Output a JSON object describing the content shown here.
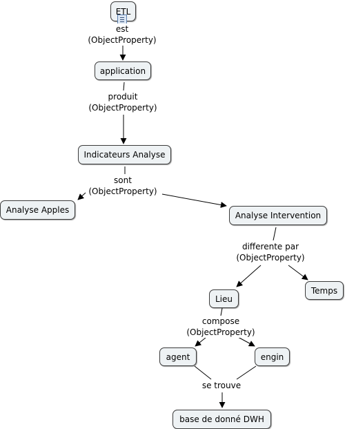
{
  "nodes": {
    "etl": "ETL",
    "application": "application",
    "indicateurs": "Indicateurs Analyse",
    "apples": "Analyse Apples",
    "intervention": "Analyse Intervention",
    "lieu": "Lieu",
    "temps": "Temps",
    "agent": "agent",
    "engin": "engin",
    "dwh": "base de donné DWH"
  },
  "links": {
    "est": {
      "word": "est",
      "type": "(ObjectProperty)"
    },
    "produit": {
      "word": "produit",
      "type": "(ObjectProperty)"
    },
    "sont": {
      "word": "sont",
      "type": "(ObjectProperty)"
    },
    "differente": {
      "word": "differente par",
      "type": "(ObjectProperty)"
    },
    "compose": {
      "word": "compose",
      "type": "(ObjectProperty)"
    },
    "trouve": {
      "word": "se trouve"
    }
  },
  "icons": {
    "etl_resource": "document-icon"
  },
  "colors": {
    "node_fill": "#eef2f4",
    "node_border": "#3a3a3a",
    "edge": "#000000"
  }
}
